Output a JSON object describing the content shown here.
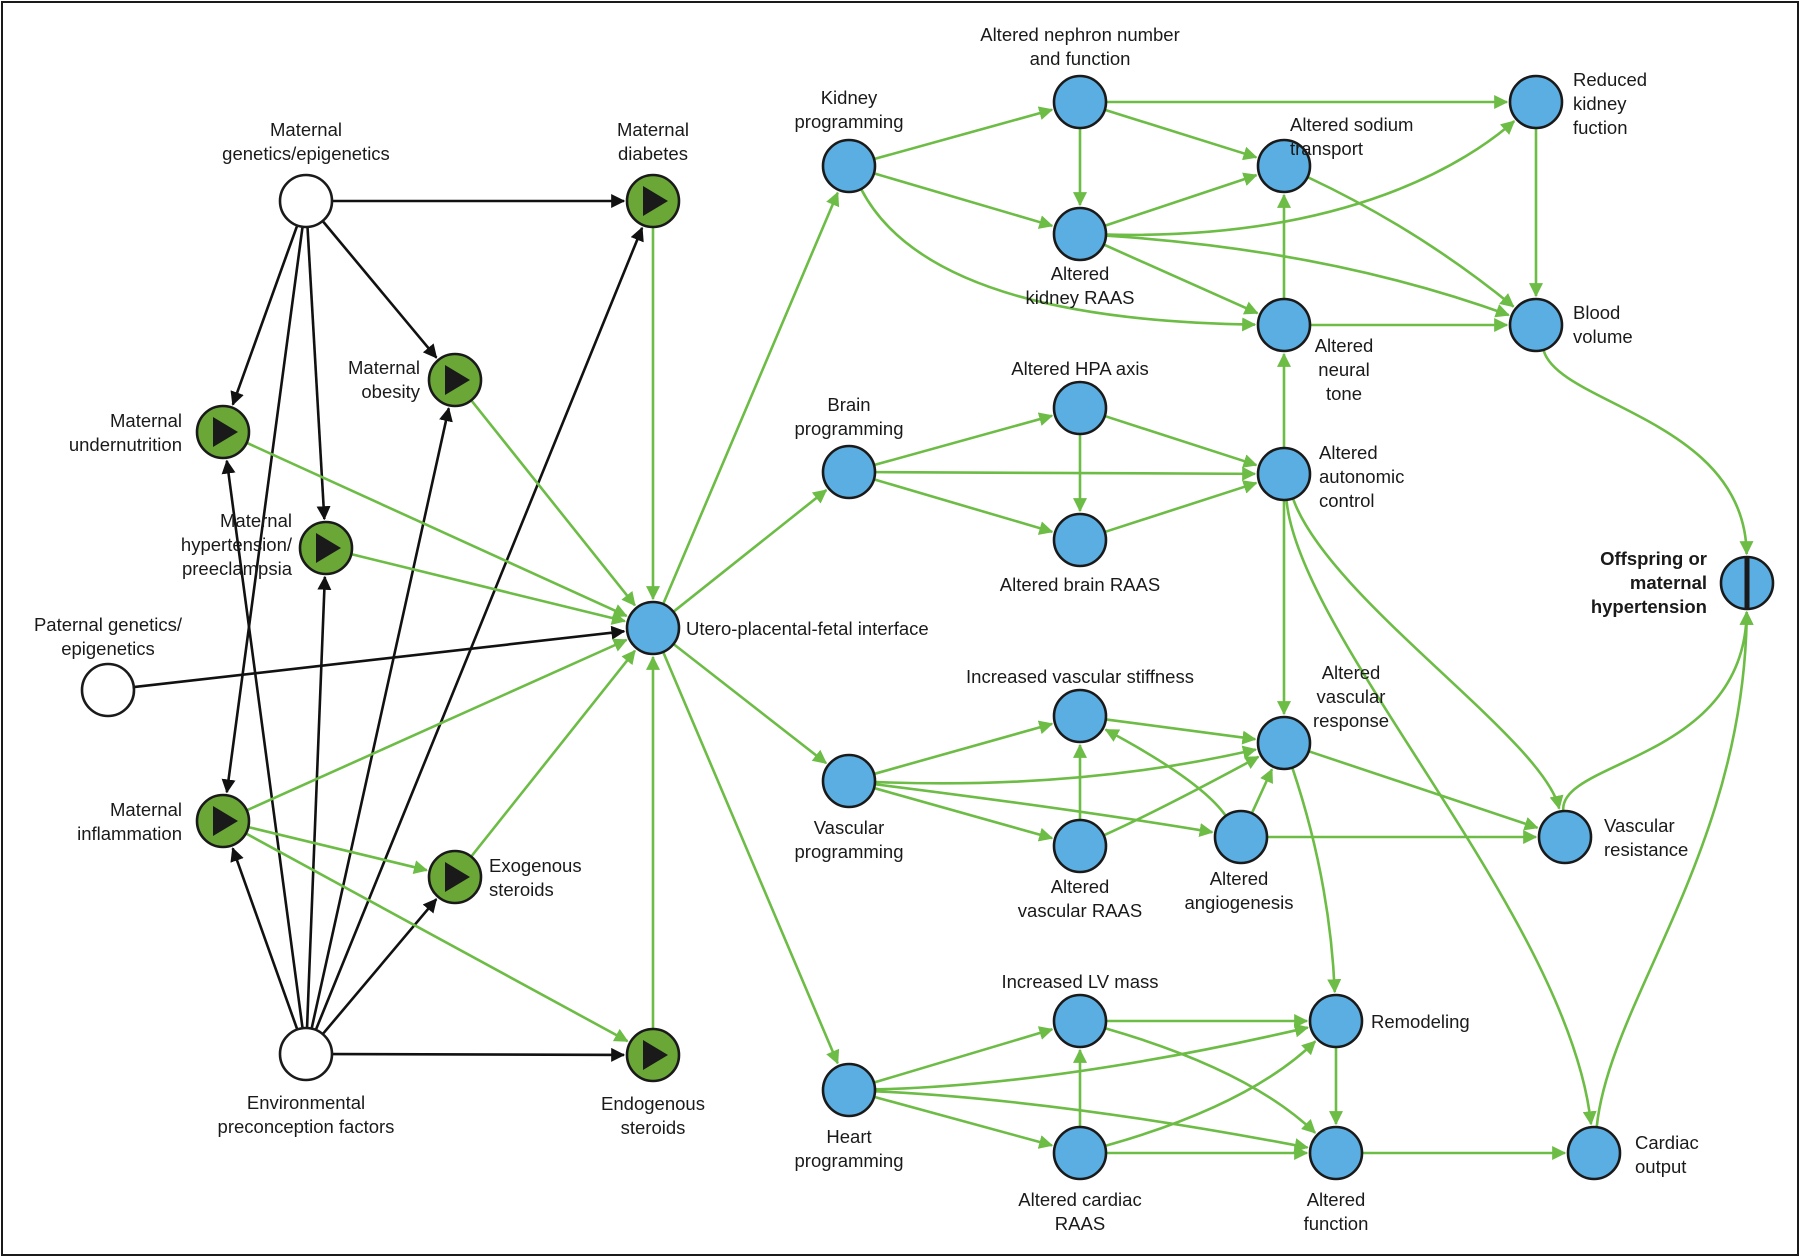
{
  "colors": {
    "black_edge": "#111111",
    "green_edge": "#6cbc45",
    "node_white": "#ffffff",
    "node_green": "#6aa737",
    "node_blue": "#5aaee2",
    "outline": "#1a1a1a"
  },
  "nodes": [
    {
      "id": "mat_gen",
      "kind": "white",
      "label": [
        "Maternal",
        "genetics/epigenetics"
      ]
    },
    {
      "id": "pat_gen",
      "kind": "white",
      "label": [
        "Paternal genetics/",
        "epigenetics"
      ]
    },
    {
      "id": "env",
      "kind": "white",
      "label": [
        "Environmental",
        "preconception factors"
      ]
    },
    {
      "id": "mat_under",
      "kind": "green",
      "label": [
        "Maternal",
        "undernutrition"
      ]
    },
    {
      "id": "mat_hyp",
      "kind": "green",
      "label": [
        "Maternal",
        "hypertension/",
        "preeclampsia"
      ]
    },
    {
      "id": "mat_obes",
      "kind": "green",
      "label": [
        "Maternal",
        "obesity"
      ]
    },
    {
      "id": "mat_diab",
      "kind": "green",
      "label": [
        "Maternal",
        "diabetes"
      ]
    },
    {
      "id": "mat_infl",
      "kind": "green",
      "label": [
        "Maternal",
        "inflammation"
      ]
    },
    {
      "id": "exo",
      "kind": "green",
      "label": [
        "Exogenous",
        "steroids"
      ]
    },
    {
      "id": "endo",
      "kind": "green",
      "label": [
        "Endogenous",
        "steroids"
      ]
    },
    {
      "id": "interface",
      "kind": "blue",
      "label": [
        "Utero-placental-fetal interface"
      ]
    },
    {
      "id": "kidney_prog",
      "kind": "blue",
      "label": [
        "Kidney",
        "programming"
      ]
    },
    {
      "id": "brain_prog",
      "kind": "blue",
      "label": [
        "Brain",
        "programming"
      ]
    },
    {
      "id": "vasc_prog",
      "kind": "blue",
      "label": [
        "Vascular",
        "programming"
      ]
    },
    {
      "id": "heart_prog",
      "kind": "blue",
      "label": [
        "Heart",
        "programming"
      ]
    },
    {
      "id": "nephron",
      "kind": "blue",
      "label": [
        "Altered nephron number",
        "and function"
      ]
    },
    {
      "id": "kidney_raas",
      "kind": "blue",
      "label": [
        "Altered",
        "kidney RAAS"
      ]
    },
    {
      "id": "sodium",
      "kind": "blue",
      "label": [
        "Altered sodium",
        "transport"
      ]
    },
    {
      "id": "neural",
      "kind": "blue",
      "label": [
        "Altered",
        "neural",
        "tone"
      ]
    },
    {
      "id": "reduced_kidney",
      "kind": "blue",
      "label": [
        "Reduced",
        "kidney",
        "fuction"
      ]
    },
    {
      "id": "blood_vol",
      "kind": "blue",
      "label": [
        "Blood",
        "volume"
      ]
    },
    {
      "id": "hpa",
      "kind": "blue",
      "label": [
        "Altered HPA axis"
      ]
    },
    {
      "id": "brain_raas",
      "kind": "blue",
      "label": [
        "Altered brain RAAS"
      ]
    },
    {
      "id": "autonomic",
      "kind": "blue",
      "label": [
        "Altered",
        "autonomic",
        "control"
      ]
    },
    {
      "id": "stiff",
      "kind": "blue",
      "label": [
        "Increased vascular stiffness"
      ]
    },
    {
      "id": "vasc_raas",
      "kind": "blue",
      "label": [
        "Altered",
        "vascular RAAS"
      ]
    },
    {
      "id": "vasc_resp",
      "kind": "blue",
      "label": [
        "Altered",
        "vascular",
        "response"
      ]
    },
    {
      "id": "angio",
      "kind": "blue",
      "label": [
        "Altered",
        "angiogenesis"
      ]
    },
    {
      "id": "vasc_res",
      "kind": "blue",
      "label": [
        "Vascular",
        "resistance"
      ]
    },
    {
      "id": "lv_mass",
      "kind": "blue",
      "label": [
        "Increased LV mass"
      ]
    },
    {
      "id": "cardiac_raas",
      "kind": "blue",
      "label": [
        "Altered cardiac",
        "RAAS"
      ]
    },
    {
      "id": "remodel",
      "kind": "blue",
      "label": [
        "Remodeling"
      ]
    },
    {
      "id": "func",
      "kind": "blue",
      "label": [
        "Altered",
        "function"
      ]
    },
    {
      "id": "card_out",
      "kind": "blue",
      "label": [
        "Cardiac",
        "output"
      ]
    },
    {
      "id": "offspring",
      "kind": "end",
      "label": [
        "Offspring or",
        "maternal",
        "hypertension"
      ]
    }
  ],
  "edges": [
    {
      "from": "mat_gen",
      "to": "mat_diab",
      "color": "black"
    },
    {
      "from": "mat_gen",
      "to": "mat_under",
      "color": "black"
    },
    {
      "from": "mat_gen",
      "to": "mat_hyp",
      "color": "black"
    },
    {
      "from": "mat_gen",
      "to": "mat_obes",
      "color": "black"
    },
    {
      "from": "mat_gen",
      "to": "mat_infl",
      "color": "black"
    },
    {
      "from": "pat_gen",
      "to": "interface",
      "color": "black"
    },
    {
      "from": "env",
      "to": "endo",
      "color": "black"
    },
    {
      "from": "env",
      "to": "mat_infl",
      "color": "black"
    },
    {
      "from": "env",
      "to": "exo",
      "color": "black"
    },
    {
      "from": "env",
      "to": "mat_hyp",
      "color": "black"
    },
    {
      "from": "env",
      "to": "mat_obes",
      "color": "black"
    },
    {
      "from": "env",
      "to": "mat_under",
      "color": "black"
    },
    {
      "from": "env",
      "to": "mat_diab",
      "color": "black"
    },
    {
      "from": "mat_diab",
      "to": "interface",
      "color": "green"
    },
    {
      "from": "mat_obes",
      "to": "interface",
      "color": "green"
    },
    {
      "from": "mat_under",
      "to": "interface",
      "color": "green"
    },
    {
      "from": "mat_hyp",
      "to": "interface",
      "color": "green"
    },
    {
      "from": "mat_infl",
      "to": "interface",
      "color": "green"
    },
    {
      "from": "exo",
      "to": "interface",
      "color": "green"
    },
    {
      "from": "endo",
      "to": "interface",
      "color": "green"
    },
    {
      "from": "mat_infl",
      "to": "exo",
      "color": "green"
    },
    {
      "from": "mat_infl",
      "to": "endo",
      "color": "green"
    },
    {
      "from": "interface",
      "to": "kidney_prog",
      "color": "green"
    },
    {
      "from": "interface",
      "to": "brain_prog",
      "color": "green"
    },
    {
      "from": "interface",
      "to": "vasc_prog",
      "color": "green"
    },
    {
      "from": "interface",
      "to": "heart_prog",
      "color": "green"
    },
    {
      "from": "kidney_prog",
      "to": "nephron",
      "color": "green"
    },
    {
      "from": "kidney_prog",
      "to": "kidney_raas",
      "color": "green"
    },
    {
      "from": "kidney_prog",
      "to": "neural",
      "color": "green",
      "curve": "kprog-neural"
    },
    {
      "from": "nephron",
      "to": "reduced_kidney",
      "color": "green"
    },
    {
      "from": "nephron",
      "to": "sodium",
      "color": "green"
    },
    {
      "from": "nephron",
      "to": "kidney_raas",
      "color": "green"
    },
    {
      "from": "kidney_raas",
      "to": "sodium",
      "color": "green"
    },
    {
      "from": "kidney_raas",
      "to": "neural",
      "color": "green"
    },
    {
      "from": "kidney_raas",
      "to": "reduced_kidney",
      "color": "green",
      "curve": "kraas-reduced"
    },
    {
      "from": "kidney_raas",
      "to": "blood_vol",
      "color": "green",
      "curve": "kraas-blood"
    },
    {
      "from": "sodium",
      "to": "blood_vol",
      "color": "green",
      "curve": "sodium-blood"
    },
    {
      "from": "neural",
      "to": "sodium",
      "color": "green"
    },
    {
      "from": "neural",
      "to": "blood_vol",
      "color": "green"
    },
    {
      "from": "reduced_kidney",
      "to": "blood_vol",
      "color": "green"
    },
    {
      "from": "blood_vol",
      "to": "offspring",
      "color": "green",
      "curve": "blood-offspring"
    },
    {
      "from": "brain_prog",
      "to": "hpa",
      "color": "green"
    },
    {
      "from": "brain_prog",
      "to": "brain_raas",
      "color": "green"
    },
    {
      "from": "brain_prog",
      "to": "autonomic",
      "color": "green"
    },
    {
      "from": "hpa",
      "to": "brain_raas",
      "color": "green"
    },
    {
      "from": "hpa",
      "to": "autonomic",
      "color": "green"
    },
    {
      "from": "brain_raas",
      "to": "autonomic",
      "color": "green"
    },
    {
      "from": "autonomic",
      "to": "neural",
      "color": "green"
    },
    {
      "from": "autonomic",
      "to": "vasc_resp",
      "color": "green"
    },
    {
      "from": "autonomic",
      "to": "vasc_res",
      "color": "green",
      "curve": "auto-vres"
    },
    {
      "from": "autonomic",
      "to": "card_out",
      "color": "green",
      "curve": "auto-cout"
    },
    {
      "from": "vasc_prog",
      "to": "stiff",
      "color": "green"
    },
    {
      "from": "vasc_prog",
      "to": "vasc_raas",
      "color": "green"
    },
    {
      "from": "vasc_prog",
      "to": "vasc_resp",
      "color": "green",
      "curve": "vprog-vresp"
    },
    {
      "from": "vasc_prog",
      "to": "angio",
      "color": "green",
      "curve": "vprog-angio"
    },
    {
      "from": "stiff",
      "to": "vasc_resp",
      "color": "green"
    },
    {
      "from": "vasc_raas",
      "to": "stiff",
      "color": "green"
    },
    {
      "from": "vasc_raas",
      "to": "vasc_resp",
      "color": "green",
      "curve": "vraas-vresp"
    },
    {
      "from": "angio",
      "to": "stiff",
      "color": "green",
      "curve": "angio-stiff"
    },
    {
      "from": "angio",
      "to": "vasc_resp",
      "color": "green"
    },
    {
      "from": "angio",
      "to": "vasc_res",
      "color": "green"
    },
    {
      "from": "vasc_resp",
      "to": "vasc_res",
      "color": "green"
    },
    {
      "from": "vasc_resp",
      "to": "remodel",
      "color": "green",
      "curve": "vresp-remodel"
    },
    {
      "from": "vasc_res",
      "to": "offspring",
      "color": "green",
      "curve": "vres-offspring"
    },
    {
      "from": "heart_prog",
      "to": "lv_mass",
      "color": "green"
    },
    {
      "from": "heart_prog",
      "to": "cardiac_raas",
      "color": "green"
    },
    {
      "from": "heart_prog",
      "to": "remodel",
      "color": "green",
      "curve": "hprog-remodel"
    },
    {
      "from": "heart_prog",
      "to": "func",
      "color": "green",
      "curve": "hprog-func"
    },
    {
      "from": "lv_mass",
      "to": "remodel",
      "color": "green"
    },
    {
      "from": "lv_mass",
      "to": "func",
      "color": "green",
      "curve": "lv-func"
    },
    {
      "from": "cardiac_raas",
      "to": "lv_mass",
      "color": "green"
    },
    {
      "from": "cardiac_raas",
      "to": "remodel",
      "color": "green",
      "curve": "craas-remodel"
    },
    {
      "from": "cardiac_raas",
      "to": "func",
      "color": "green"
    },
    {
      "from": "remodel",
      "to": "func",
      "color": "green"
    },
    {
      "from": "func",
      "to": "card_out",
      "color": "green"
    },
    {
      "from": "card_out",
      "to": "offspring",
      "color": "green",
      "curve": "cout-offspring"
    }
  ]
}
